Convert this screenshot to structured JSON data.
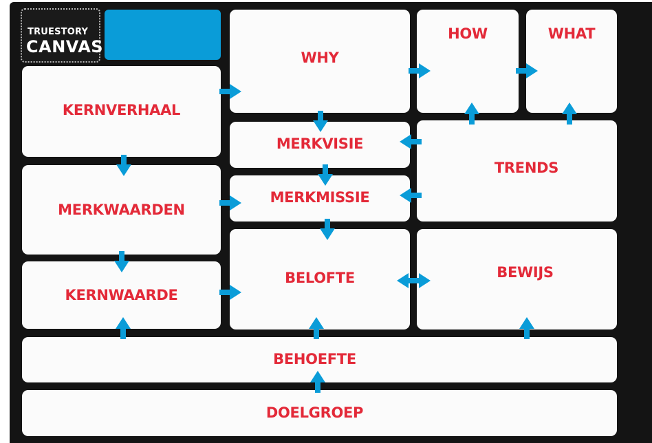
{
  "logo": {
    "line1": "TRUESTORY",
    "line2": "CANVAS"
  },
  "cells": {
    "why": "WHY",
    "how": "HOW",
    "what": "WHAT",
    "kernverhaal": "KERNVERHAAL",
    "merkvisie": "MERKVISIE",
    "trends": "TRENDS",
    "merkwaarden": "MERKWAARDEN",
    "merkmissie": "MERKMISSIE",
    "kernwaarde": "KERNWAARDE",
    "belofte": "BELOFTE",
    "bewijs": "BEWIJS",
    "behoefte": "BEHOEFTE",
    "doelgroep": "DOELGROEP"
  },
  "colors": {
    "text": "#e32938",
    "arrow": "#0a9cd8",
    "board": "#141414",
    "cell": "#fbfbfb",
    "accent_block": "#0a9cd8"
  }
}
